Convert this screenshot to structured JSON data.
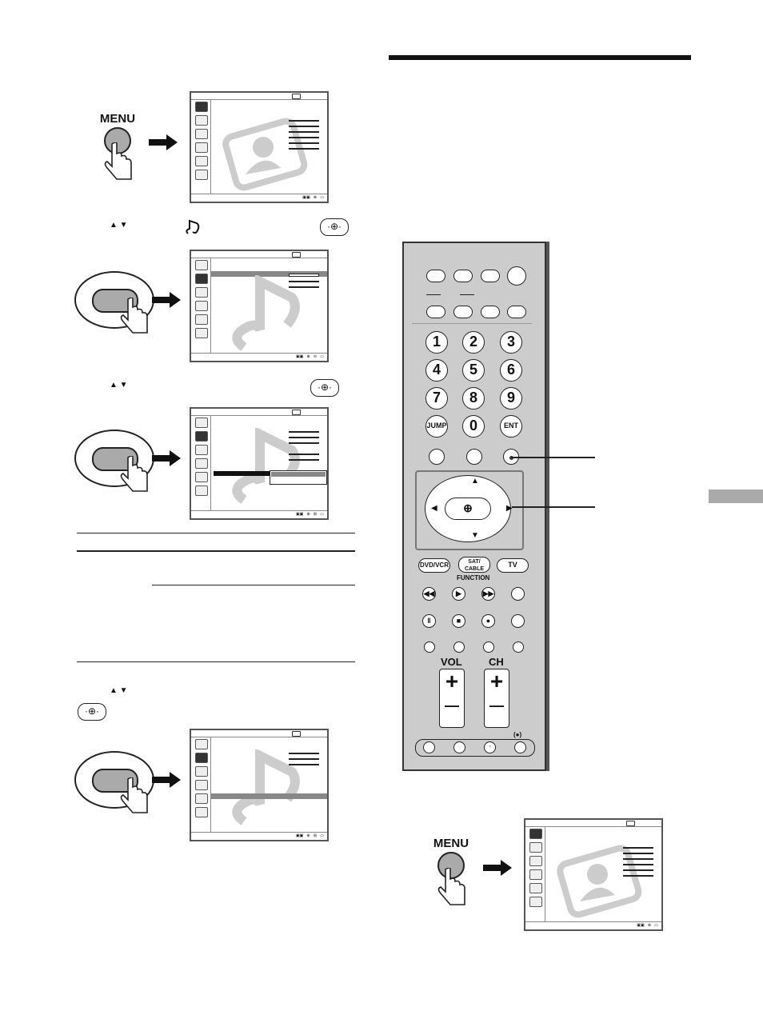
{
  "steps": {
    "menu_label": "MENU",
    "arrows_glyph": "▲ ▼",
    "enter_glyph": "·⊕·"
  },
  "remote": {
    "numbers": [
      "1",
      "2",
      "3",
      "4",
      "5",
      "6",
      "7",
      "8",
      "9"
    ],
    "jump": "JUMP",
    "zero": "0",
    "ent": "ENT",
    "dvd_vcr": "DVD/VCR",
    "sat_cable": "SAT/ CABLE",
    "tv": "TV",
    "function": "FUNCTION",
    "vol": "VOL",
    "ch": "CH",
    "plus": "+",
    "minus": "—"
  },
  "colors": {
    "gray": "#cccccc",
    "dark": "#222222",
    "watermark": "#cccccc"
  },
  "icons": [
    "menu-button-icon",
    "hand-icon",
    "right-arrow-icon",
    "up-down-arrows-icon",
    "enter-icon",
    "sound-note-icon",
    "picture-icon",
    "dpad-icon"
  ]
}
